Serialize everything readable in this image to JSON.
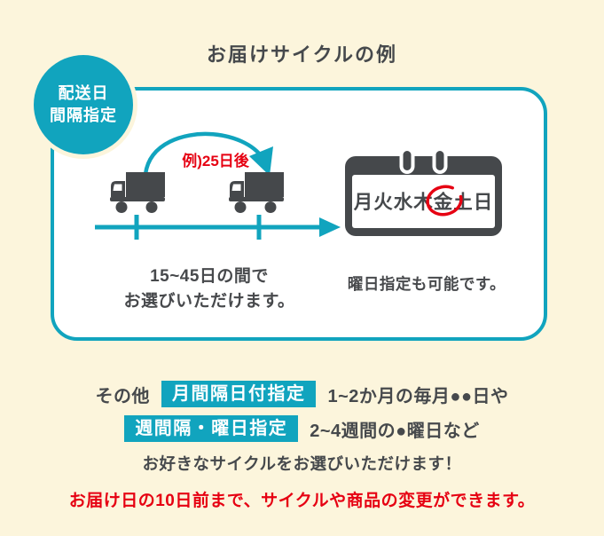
{
  "colors": {
    "teal": "#11A4BE",
    "dark_gray": "#46494C",
    "red": "#E60012",
    "background": "#FCF5DC",
    "box_fill": "#FFFFFF"
  },
  "title": "お届けサイクルの例",
  "circle_badge": {
    "line1": "配送日",
    "line2": "間隔指定"
  },
  "diagram": {
    "arrow_label": "例)25日後",
    "truck_caption_line1": "15~45日の間で",
    "truck_caption_line2": "お選びいただけます。",
    "calendar_days": "月火水木金土日",
    "calendar_circled_day": "金",
    "calendar_caption": "曜日指定も可能です。"
  },
  "footer": {
    "other_label": "その他",
    "badge1": "月間隔日付指定",
    "text1": "1~2か月の毎月●●日や",
    "badge2": "週間隔・曜日指定",
    "text2": "2~4週間の●曜日など",
    "line3": "お好きなサイクルをお選びいただけます！",
    "line4": "お届け日の10日前まで、サイクルや商品の変更ができます。"
  }
}
